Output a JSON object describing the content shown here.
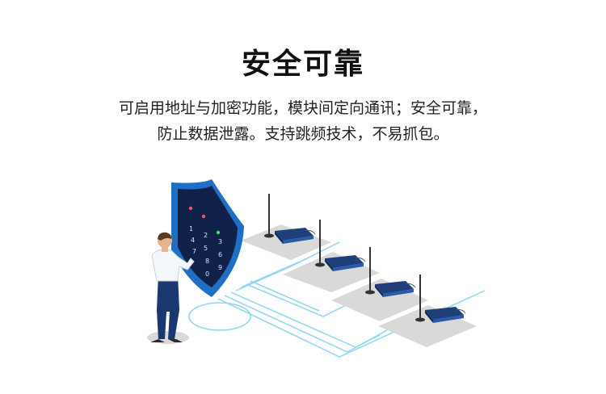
{
  "title": "安全可靠",
  "description": {
    "line1": "可启用地址与加密功能，模块间定向通讯；安全可靠，",
    "line2": "防止数据泄露。支持跳频技术，不易抓包。"
  },
  "keypad_digits": [
    "1",
    "2",
    "3",
    "4",
    "5",
    "6",
    "7",
    "8",
    "9",
    "0"
  ],
  "colors": {
    "shield_blue": "#1f6fc4",
    "shield_dark": "#10224a",
    "line_cyan": "#7fd4ef",
    "pad_gray": "#d9d9d9",
    "device_blue": "#1e3f7a"
  },
  "icons": [
    "shield-lock-icon",
    "router-device-icon",
    "antenna-icon",
    "person-figure"
  ]
}
